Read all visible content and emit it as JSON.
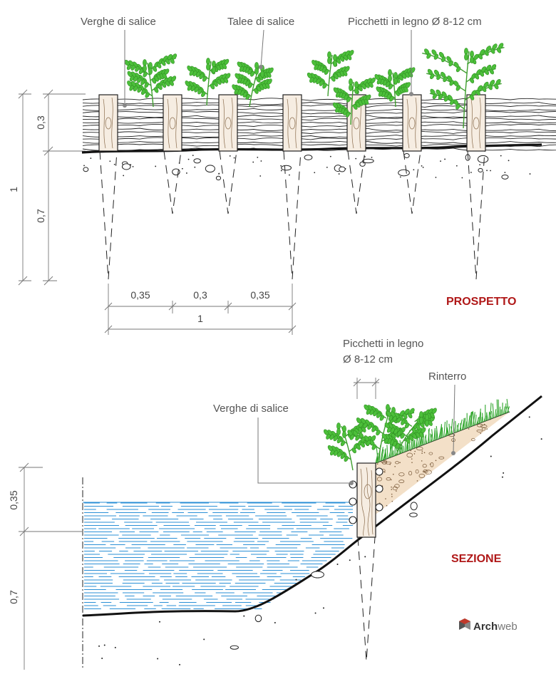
{
  "prospetto": {
    "title": "PROSPETTO",
    "labels": {
      "verghe": "Verghe di salice",
      "talee": "Talee di salice",
      "picchetti": "Picchetti in legno Ø 8-12 cm"
    },
    "dims": {
      "upper": "0,3",
      "lower": "0,7",
      "total": "1",
      "span_a": "0,35",
      "span_b": "0,3",
      "span_c": "0,35",
      "span_total": "1"
    }
  },
  "sezione": {
    "title": "SEZIONE",
    "labels": {
      "picchetti_l1": "Picchetti in legno",
      "picchetti_l2": "Ø 8-12 cm",
      "rinterro": "Rinterro",
      "verghe": "Verghe di salice"
    },
    "dims": {
      "upper": "0,35",
      "lower": "0,7"
    }
  },
  "brand": {
    "part1": "Arch",
    "part2": "web",
    "accent": "#c0392b"
  },
  "colors": {
    "title": "#b01818",
    "plant": "#4cbf3a",
    "water": "#2a8fd6",
    "wood": "#f6ede2"
  }
}
